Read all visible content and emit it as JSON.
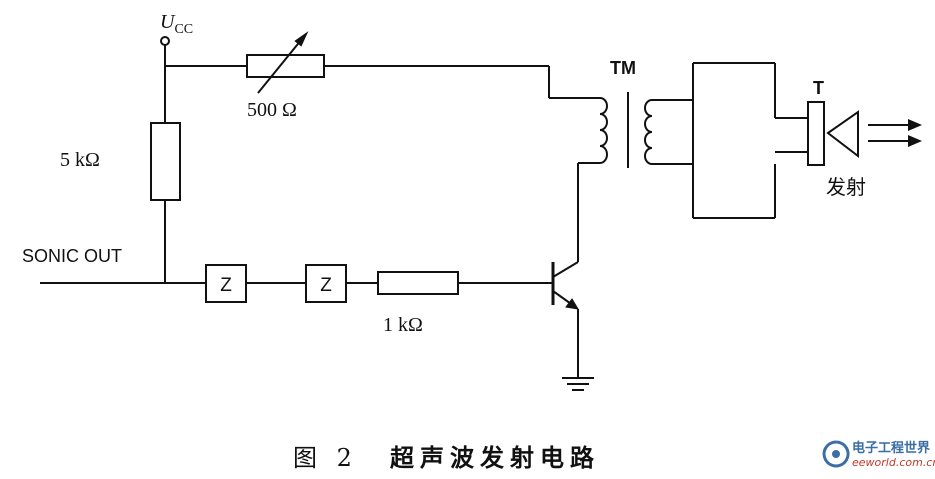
{
  "labels": {
    "ucc_main": "U",
    "ucc_sub": "CC",
    "r_var": "500 Ω",
    "r_5k": "5 kΩ",
    "sonic_out": "SONIC OUT",
    "z1": "Z",
    "z2": "Z",
    "r_1k": "1 kΩ",
    "transformer": "TM",
    "transducer": "T",
    "emit": "发射"
  },
  "caption": {
    "figure_no": "图 2",
    "title": "超声波发射电路"
  },
  "watermark": {
    "name": "电子工程世界",
    "url": "eeworld.com.cn"
  }
}
